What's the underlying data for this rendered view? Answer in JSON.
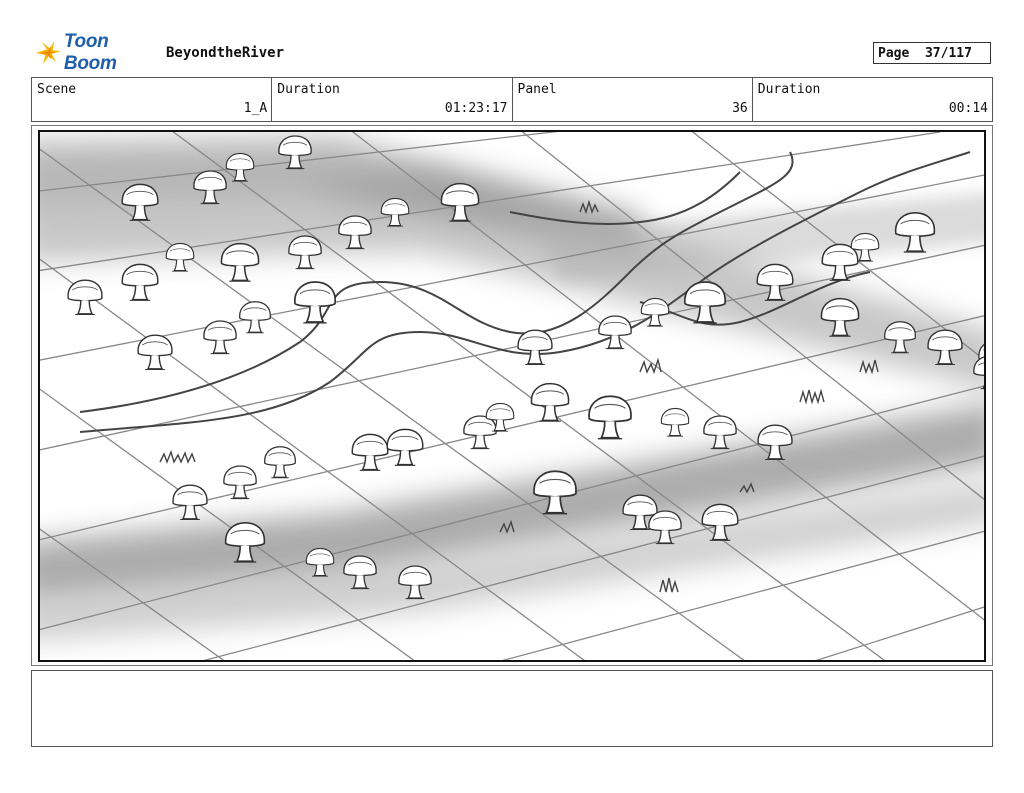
{
  "header": {
    "logo_text": "Toon Boom",
    "logo_icon": "star-burst-icon",
    "project_title": "BeyondtheRiver",
    "page_label": "Page",
    "page_value": "37/117"
  },
  "info": {
    "scene_label": "Scene",
    "scene_value": "1_A",
    "duration_label": "Duration",
    "duration_value": "01:23:17",
    "panel_label": "Panel",
    "panel_value": "36",
    "panel_duration_label": "Duration",
    "panel_duration_value": "00:14"
  },
  "notes": {
    "text": ""
  },
  "colors": {
    "logo_blue": "#1f5fa8",
    "logo_yellow": "#f5b800",
    "sketch_line": "#444444"
  }
}
